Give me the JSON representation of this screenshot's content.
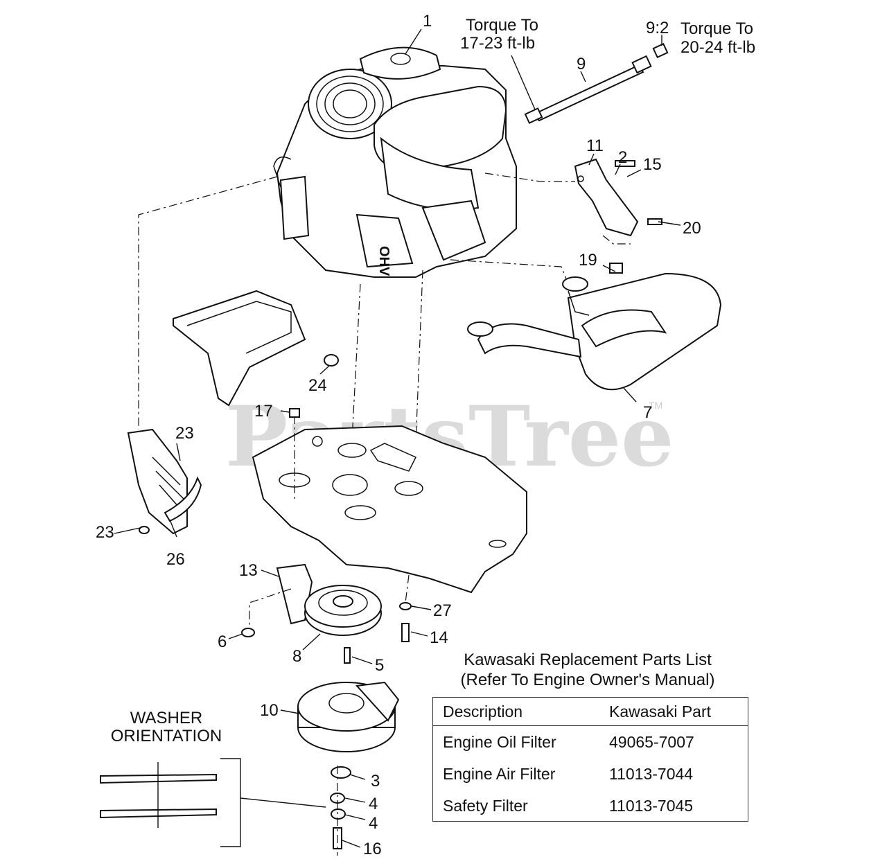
{
  "callouts": [
    {
      "id": "1",
      "text": "1"
    },
    {
      "id": "9",
      "text": "9"
    },
    {
      "id": "9:2",
      "text": "9:2"
    },
    {
      "id": "11",
      "text": "11"
    },
    {
      "id": "2",
      "text": "2"
    },
    {
      "id": "15",
      "text": "15"
    },
    {
      "id": "20",
      "text": "20"
    },
    {
      "id": "19",
      "text": "19"
    },
    {
      "id": "7",
      "text": "7"
    },
    {
      "id": "24",
      "text": "24"
    },
    {
      "id": "17",
      "text": "17"
    },
    {
      "id": "23a",
      "text": "23"
    },
    {
      "id": "23b",
      "text": "23"
    },
    {
      "id": "26",
      "text": "26"
    },
    {
      "id": "13",
      "text": "13"
    },
    {
      "id": "27",
      "text": "27"
    },
    {
      "id": "14",
      "text": "14"
    },
    {
      "id": "6",
      "text": "6"
    },
    {
      "id": "8",
      "text": "8"
    },
    {
      "id": "5",
      "text": "5"
    },
    {
      "id": "10",
      "text": "10"
    },
    {
      "id": "3",
      "text": "3"
    },
    {
      "id": "4a",
      "text": "4"
    },
    {
      "id": "4b",
      "text": "4"
    },
    {
      "id": "16",
      "text": "16"
    }
  ],
  "torque_notes": {
    "left_line1": "Torque To",
    "left_line2": "17-23 ft-lb",
    "right_line1": "Torque To",
    "right_line2": "20-24 ft-lb"
  },
  "watermark": {
    "text": "PartsTree",
    "tm": "TM"
  },
  "washer_orientation": {
    "line1": "WASHER",
    "line2": "ORIENTATION"
  },
  "parts_list": {
    "title_line1": "Kawasaki Replacement Parts List",
    "title_line2": "(Refer To Engine Owner's Manual)",
    "headers": {
      "description": "Description",
      "part": "Kawasaki Part"
    },
    "rows": [
      {
        "description": "Engine Oil Filter",
        "part": "49065-7007"
      },
      {
        "description": "Engine Air Filter",
        "part": "11013-7044"
      },
      {
        "description": "Safety Filter",
        "part": "11013-7045"
      }
    ]
  }
}
